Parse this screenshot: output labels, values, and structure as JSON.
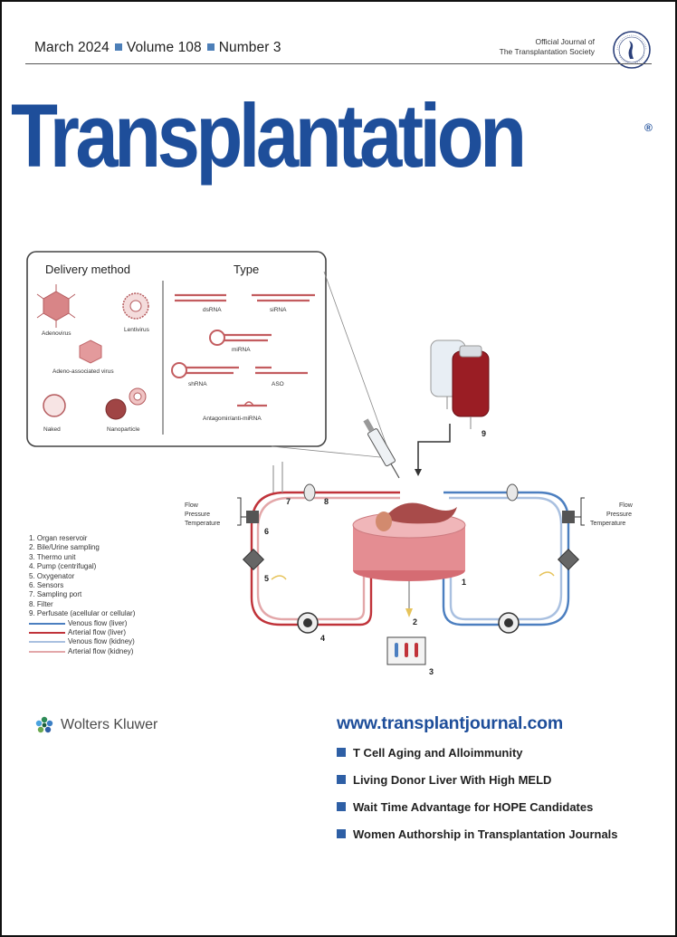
{
  "header": {
    "month_year": "March 2024",
    "volume": "Volume 108",
    "number": "Number 3",
    "official_line1": "Official Journal of",
    "official_line2": "The Transplantation Society"
  },
  "masthead": {
    "title": "Transplantation",
    "registered": "®"
  },
  "figure": {
    "delivery_title": "Delivery method",
    "type_title": "Type",
    "delivery": [
      "Adenovirus",
      "Lentivirus",
      "Adeno-associated virus",
      "Naked",
      "Nanoparticle"
    ],
    "types": [
      "dsRNA",
      "siRNA",
      "miRNA",
      "shRNA",
      "ASO",
      "Antagomir/anti-miRNA"
    ],
    "sensor_labels_left": [
      "Flow",
      "Pressure",
      "Temperature"
    ],
    "sensor_labels_right": [
      "Flow",
      "Pressure",
      "Temperature"
    ],
    "numbers": [
      "1",
      "2",
      "3",
      "4",
      "5",
      "6",
      "7",
      "8",
      "9"
    ],
    "colors": {
      "arterial": "#c0333a",
      "venous": "#4c7fc0",
      "arterial_light": "#e3a7a9",
      "venous_light": "#a9c0e0"
    }
  },
  "legend": {
    "items": [
      "1. Organ reservoir",
      "2. Bile/Urine sampling",
      "3. Thermo unit",
      "4. Pump (centrifugal)",
      "5. Oxygenator",
      "6. Sensors",
      "7. Sampling port",
      "8. Filter",
      "9. Perfusate (acellular or cellular)"
    ],
    "flows": [
      "Venous flow (liver)",
      "Arterial flow (liver)",
      "Venous flow (kidney)",
      "Arterial flow (kidney)"
    ]
  },
  "publisher": {
    "name": "Wolters Kluwer"
  },
  "website": "www.transplantjournal.com",
  "highlights": [
    "T Cell Aging and Alloimmunity",
    "Living Donor Liver With High MELD",
    "Wait Time Advantage for HOPE Candidates",
    "Women Authorship in Transplantation Journals"
  ]
}
